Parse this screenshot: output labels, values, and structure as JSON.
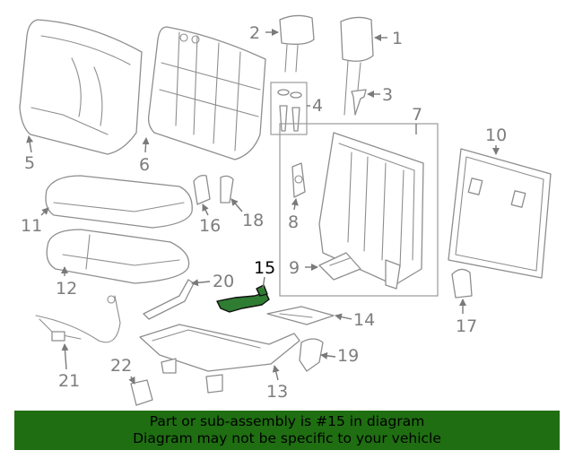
{
  "diagram": {
    "highlight_color": "#2e7d32",
    "highlighted_part": "15",
    "callouts": [
      "1",
      "2",
      "3",
      "4",
      "5",
      "6",
      "7",
      "8",
      "9",
      "10",
      "11",
      "12",
      "13",
      "14",
      "15",
      "16",
      "17",
      "18",
      "19",
      "20",
      "21",
      "22"
    ]
  },
  "banner": {
    "line1": "Part or sub-assembly is #15 in diagram",
    "line2": "Diagram may not be specific to your vehicle",
    "background": "#1f6e12"
  }
}
